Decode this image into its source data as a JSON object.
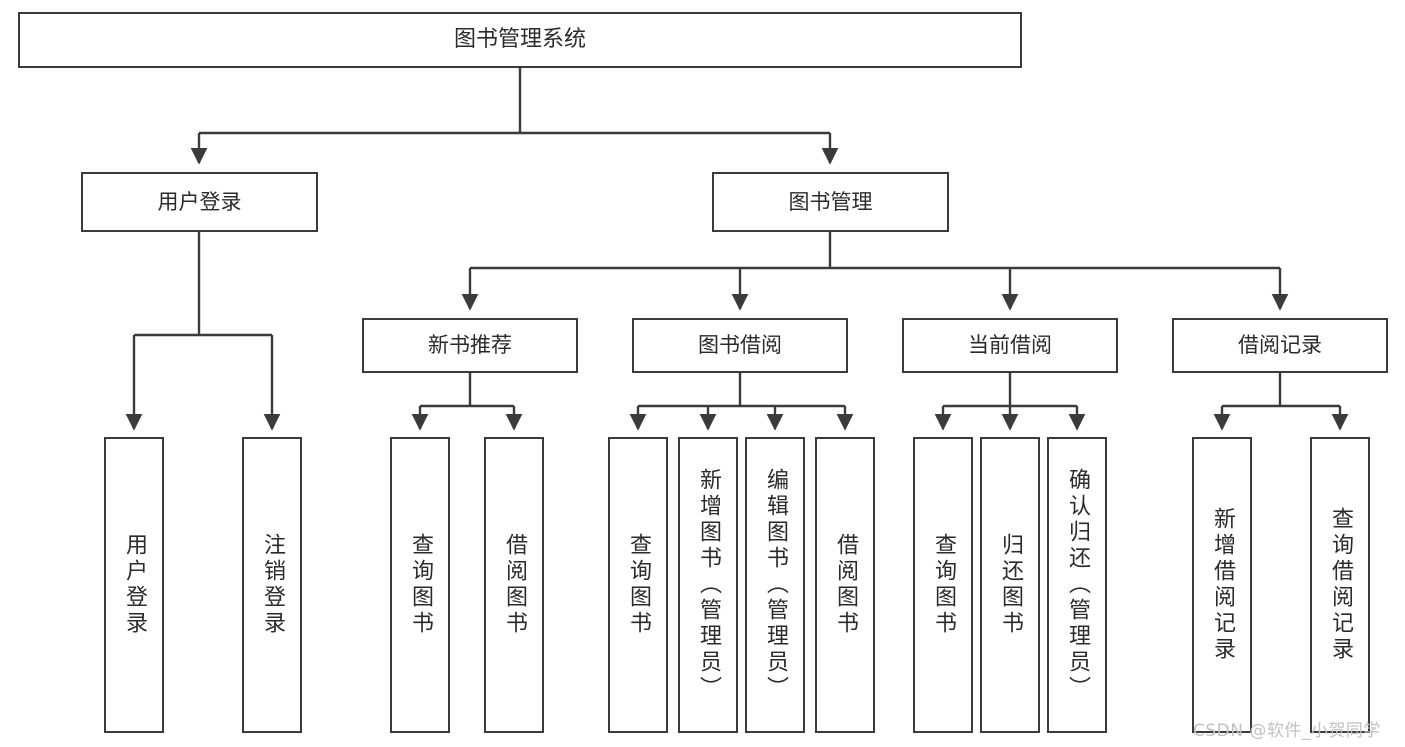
{
  "diagram": {
    "title": "图书管理系统",
    "type": "hierarchy-tree",
    "style": {
      "box_border": "#3b3b3b",
      "box_fill": "#ffffff",
      "line_color": "#3b3b3b",
      "text_color": "#2b2b2b",
      "background": "#ffffff",
      "watermark_color": "#c2c2c2"
    },
    "levels": [
      {
        "level": 1,
        "nodes": [
          {
            "id": "root",
            "label": "图书管理系统",
            "orientation": "horizontal"
          }
        ]
      },
      {
        "level": 2,
        "nodes": [
          {
            "id": "login",
            "label": "用户登录",
            "orientation": "horizontal",
            "parent": "root"
          },
          {
            "id": "bookmgmt",
            "label": "图书管理",
            "orientation": "horizontal",
            "parent": "root"
          }
        ]
      },
      {
        "level": 3,
        "nodes": [
          {
            "id": "newbook",
            "label": "新书推荐",
            "orientation": "horizontal",
            "parent": "bookmgmt"
          },
          {
            "id": "borrow",
            "label": "图书借阅",
            "orientation": "horizontal",
            "parent": "bookmgmt"
          },
          {
            "id": "current",
            "label": "当前借阅",
            "orientation": "horizontal",
            "parent": "bookmgmt"
          },
          {
            "id": "records",
            "label": "借阅记录",
            "orientation": "horizontal",
            "parent": "bookmgmt"
          }
        ]
      },
      {
        "level": 4,
        "nodes": [
          {
            "id": "leaf-user-login",
            "label": "用户登录",
            "orientation": "vertical",
            "parent": "login"
          },
          {
            "id": "leaf-user-logout",
            "label": "注销登录",
            "orientation": "vertical",
            "parent": "login"
          },
          {
            "id": "leaf-nb-query",
            "label": "查询图书",
            "orientation": "vertical",
            "parent": "newbook"
          },
          {
            "id": "leaf-nb-borrow",
            "label": "借阅图书",
            "orientation": "vertical",
            "parent": "newbook"
          },
          {
            "id": "leaf-bw-query",
            "label": "查询图书",
            "orientation": "vertical",
            "parent": "borrow"
          },
          {
            "id": "leaf-bw-add",
            "label": "新增图书（管理员）",
            "orientation": "vertical",
            "parent": "borrow"
          },
          {
            "id": "leaf-bw-edit",
            "label": "编辑图书（管理员）",
            "orientation": "vertical",
            "parent": "borrow"
          },
          {
            "id": "leaf-bw-borrow",
            "label": "借阅图书",
            "orientation": "vertical",
            "parent": "borrow"
          },
          {
            "id": "leaf-cur-query",
            "label": "查询图书",
            "orientation": "vertical",
            "parent": "current"
          },
          {
            "id": "leaf-cur-return",
            "label": "归还图书",
            "orientation": "vertical",
            "parent": "current"
          },
          {
            "id": "leaf-cur-confirm",
            "label": "确认归还（管理员）",
            "orientation": "vertical",
            "parent": "current"
          },
          {
            "id": "leaf-rec-add",
            "label": "新增借阅记录",
            "orientation": "vertical",
            "parent": "records"
          },
          {
            "id": "leaf-rec-query",
            "label": "查询借阅记录",
            "orientation": "vertical",
            "parent": "records"
          }
        ]
      }
    ]
  },
  "watermark": {
    "text": "CSDN @软件_小贺同学"
  }
}
